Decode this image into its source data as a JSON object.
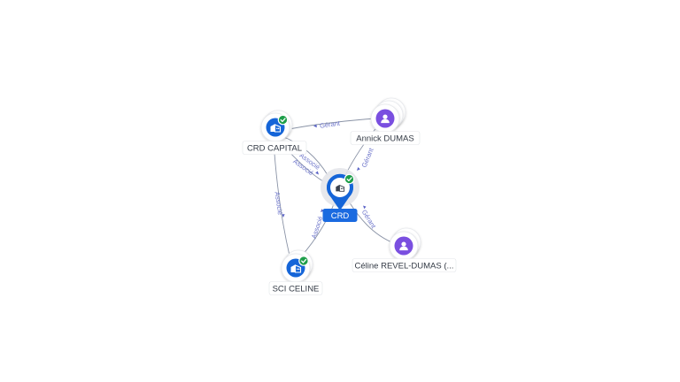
{
  "nodes": {
    "crd": {
      "label": "CRD",
      "type": "company",
      "verified": true
    },
    "crd_capital": {
      "label": "CRD CAPITAL",
      "type": "company",
      "verified": true
    },
    "sci_celine": {
      "label": "SCI CELINE",
      "type": "company",
      "verified": true
    },
    "annick_dumas": {
      "label": "Annick DUMAS",
      "type": "person"
    },
    "celine_revel_dumas": {
      "label": "Céline REVEL-DUMAS (...",
      "type": "person"
    }
  },
  "edges": {
    "annick_to_capital": {
      "label": "Gérant"
    },
    "annick_to_crd": {
      "label": "Gérant"
    },
    "celine_to_crd": {
      "label": "Gérant"
    },
    "capital_to_crd_1": {
      "label": "Associé"
    },
    "capital_to_crd_2": {
      "label": "Associé"
    },
    "capital_to_sci": {
      "label": "Associé"
    },
    "sci_to_crd": {
      "label": "Associé"
    }
  },
  "icons": {
    "company": "building-icon",
    "person": "person-icon",
    "verified": "check-badge-icon"
  },
  "colors": {
    "company": "#1565d8",
    "person": "#7a4fe0",
    "verified": "#1e9e4a",
    "edge": "#8a93a6",
    "edge_label": "#6b73c9",
    "center_label_bg": "#1a6ae0"
  }
}
